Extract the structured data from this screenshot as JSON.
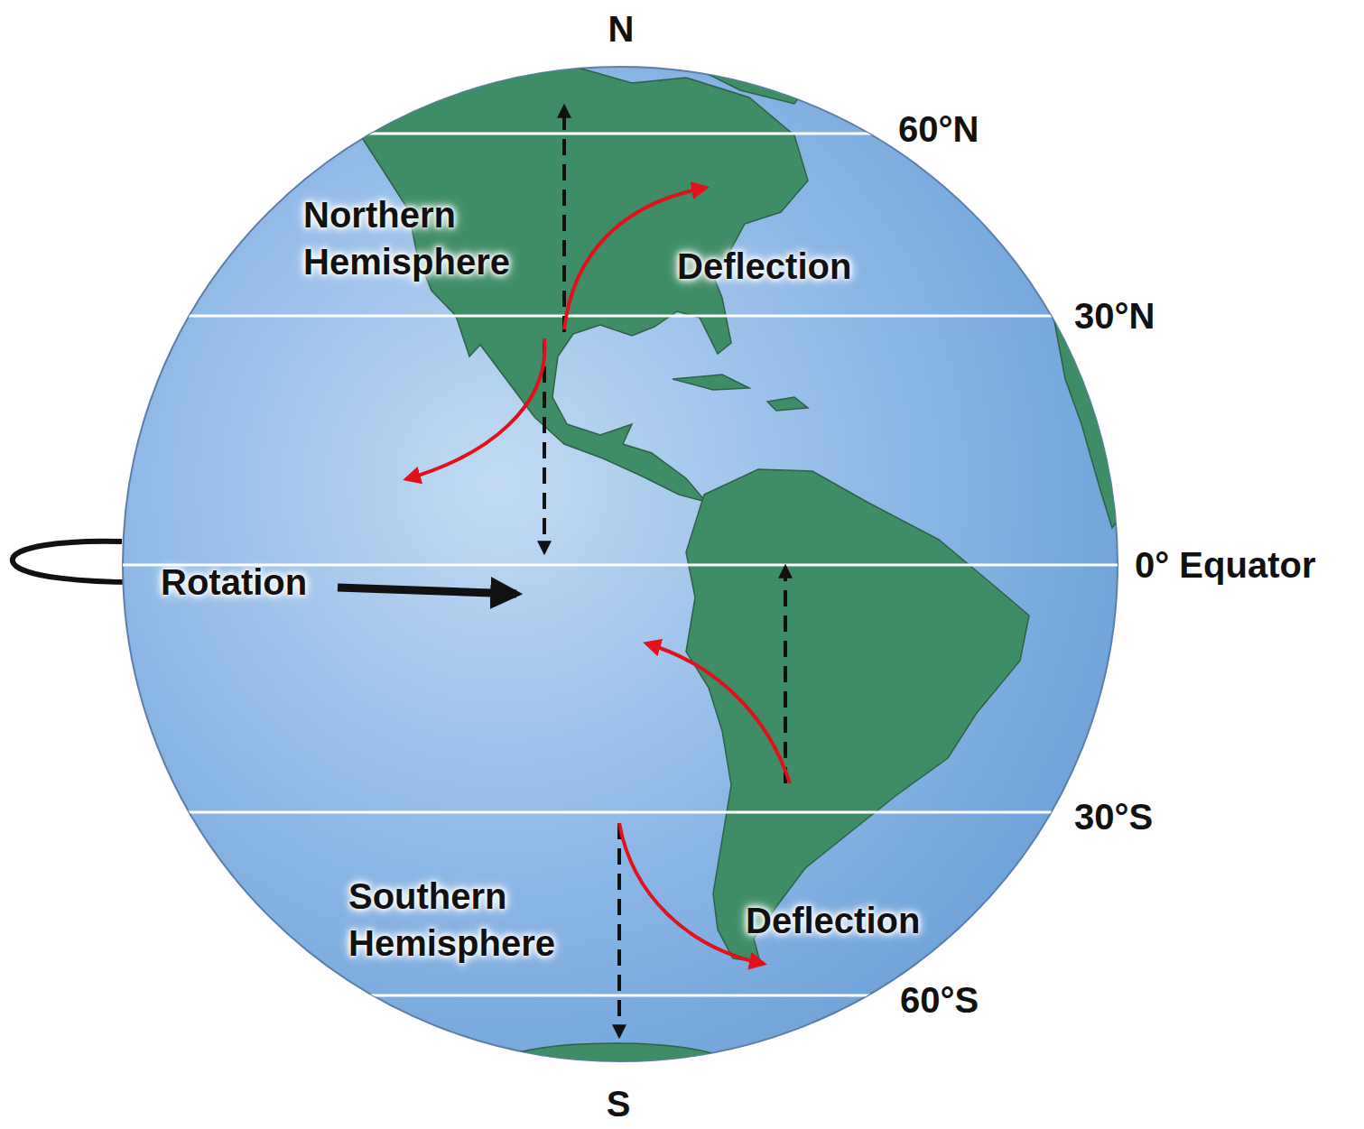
{
  "diagram": {
    "labels": [
      "N",
      "60°N",
      "Northern Hemisphere",
      "Deflection",
      "30°N",
      "Rotation",
      "0° Equator",
      "30°S",
      "Southern Hemisphere",
      "Deflection",
      "60°S",
      "S"
    ]
  }
}
